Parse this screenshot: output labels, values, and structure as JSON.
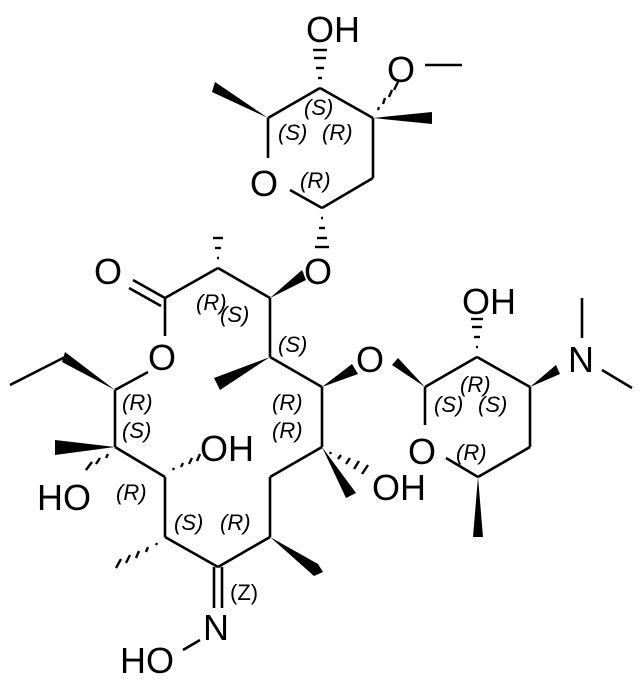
{
  "molecule": {
    "description": "Erythromycin A oxime structural formula with CIP stereodescriptors",
    "atoms": {
      "cladinose_oh": "OH",
      "cladinose_ome_o": "O",
      "cladinose_ring_o": "O",
      "glycosidic_o_top": "O",
      "lactone_carbonyl_o": "O",
      "lactone_ring_o": "O",
      "c11_oh": "OH",
      "c12_ho": "HO",
      "c6_oh": "OH",
      "glycosidic_o_right": "O",
      "desosamine_oh": "OH",
      "desosamine_n": "N",
      "desosamine_ring_o": "O",
      "oxime_n": "N",
      "oxime_ho": "HO"
    },
    "stereo_labels": {
      "cladinose_c4": "(S)",
      "cladinose_c5": "(S)",
      "cladinose_c3": "(R)",
      "cladinose_c1": "(R)",
      "c2": "(R)",
      "c3": "(S)",
      "c4": "(S)",
      "c13": "(R)",
      "c12": "(S)",
      "c5": "(R)",
      "c6": "(R)",
      "c11": "(R)",
      "c10": "(S)",
      "c8": "(R)",
      "desosamine_c2": "(R)",
      "desosamine_c1": "(S)",
      "desosamine_c3": "(S)",
      "desosamine_c5": "(R)"
    },
    "double_bond_config": "(Z)"
  }
}
